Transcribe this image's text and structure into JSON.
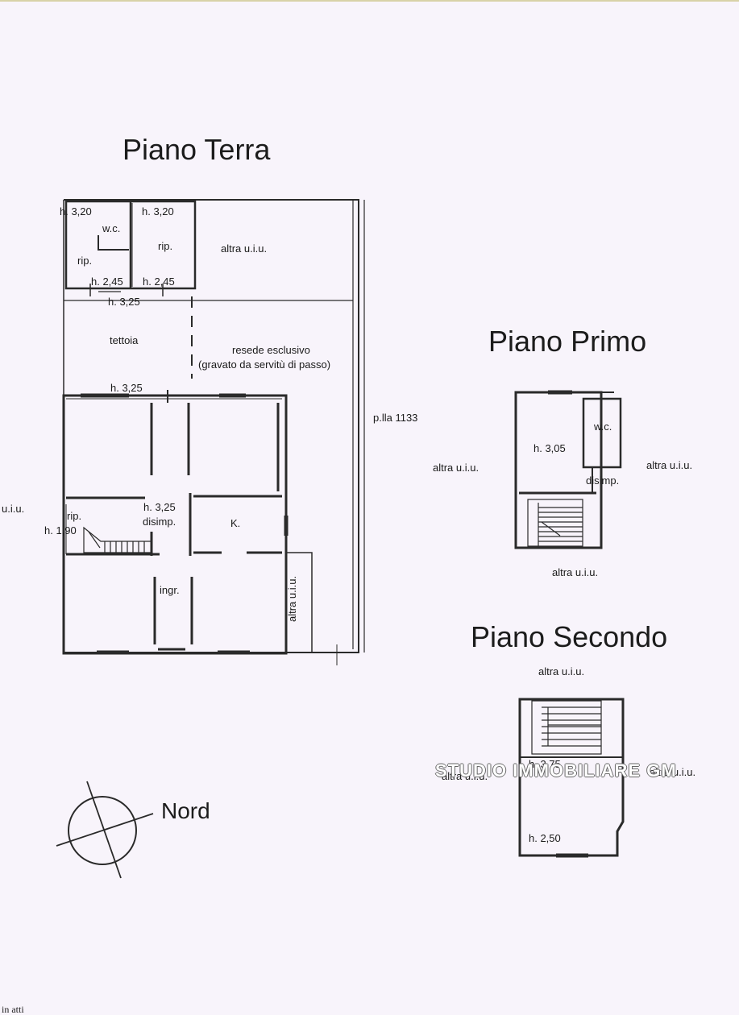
{
  "titles": {
    "ground": "Piano Terra",
    "first": "Piano Primo",
    "second": "Piano Secondo",
    "north": "Nord"
  },
  "ground_floor": {
    "h_320_a": "h. 3,20",
    "h_320_b": "h. 3,20",
    "wc": "w.c.",
    "rip_left": "rip.",
    "rip_right": "rip.",
    "h_245_a": "h. 2,45",
    "h_245_b": "h. 2,45",
    "altra_top": "altra u.i.u.",
    "h_325_top": "h. 3,25",
    "tettoia": "tettoia",
    "resede_1": "resede esclusivo",
    "resede_2": "(gravato da servitù di passo)",
    "h_325_mid": "h. 3,25",
    "plia": "p.lla 1133",
    "uiu_left": "u.i.u.",
    "rip_small": "rip.",
    "h_190": "h. 1,90",
    "h_325_dis": "h. 3,25",
    "disimp": "disimp.",
    "kitchen": "K.",
    "ingr": "ingr.",
    "altra_vertical": "altra u.i.u."
  },
  "first_floor": {
    "h_305": "h. 3,05",
    "wc": "w.c.",
    "disimp": "disimp.",
    "altra_left": "altra u.i.u.",
    "altra_right": "altra u.i.u.",
    "altra_bottom": "altra u.i.u."
  },
  "second_floor": {
    "altra_top": "altra u.i.u.",
    "h_375": "h. 3,75",
    "altra_left": "altra u.i.u.",
    "altra_right": "altra u.i.u.",
    "h_250": "h. 2,50"
  },
  "watermark": "STUDIO IMMOBILIARE GM",
  "footer_text": "in atti"
}
